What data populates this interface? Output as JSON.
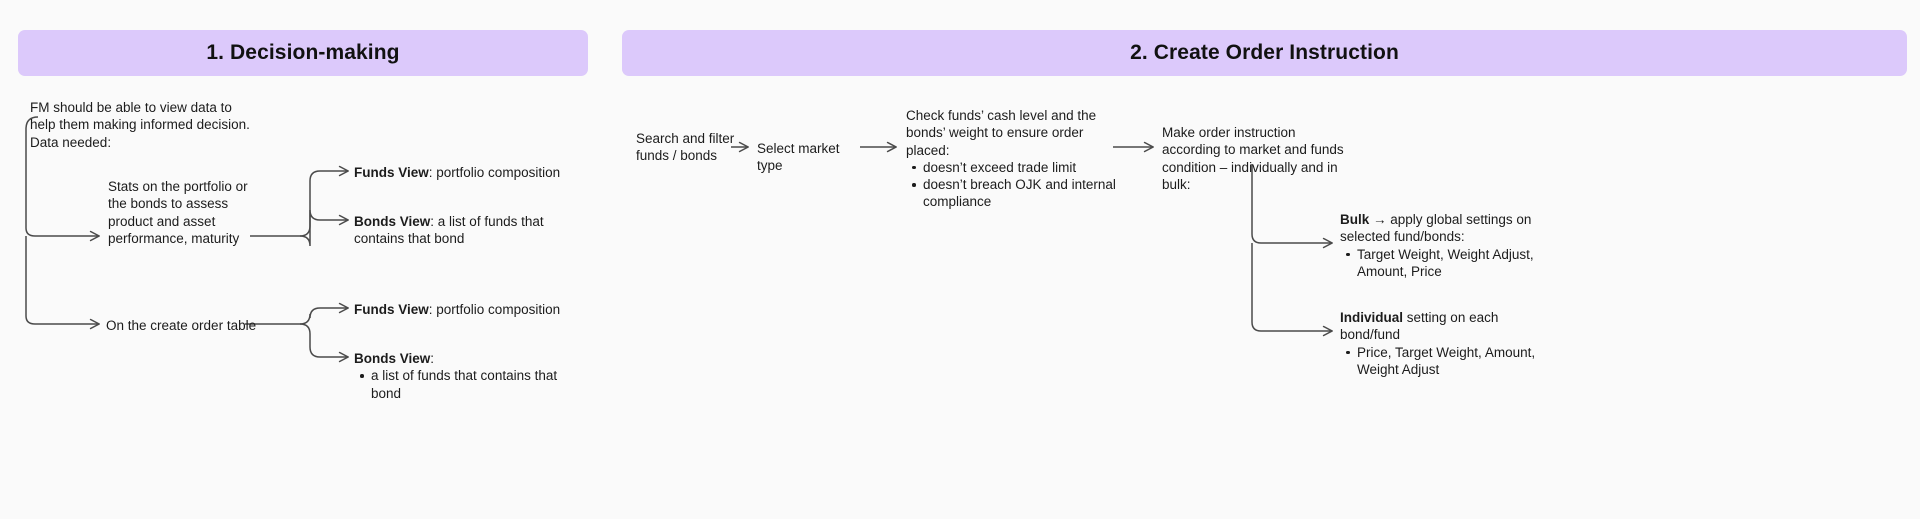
{
  "page": {
    "background": "#fafafa",
    "header_fill": "#dcc9fb",
    "line_color": "#4a4a4a",
    "text_color": "#1c1c1c"
  },
  "headers": {
    "left": "1.  Decision-making",
    "right": "2.  Create Order Instruction"
  },
  "left_panel": {
    "intro": {
      "line1": "FM should be able to view data to",
      "line2": "help them making informed decision.",
      "line3": "Data needed:"
    },
    "branch_a": {
      "source": "Stats on the portfolio or the bonds to assess product and asset performance, maturity",
      "outputs": [
        {
          "label": "Funds View",
          "sep": ": ",
          "text": "portfolio composition",
          "bullets": []
        },
        {
          "label": "Bonds View",
          "sep": ": ",
          "text": "a list of funds that contains that bond",
          "bullets": []
        }
      ]
    },
    "branch_b": {
      "source": "On the create order table",
      "outputs": [
        {
          "label": "Funds View",
          "sep": ": ",
          "text": "portfolio composition",
          "bullets": []
        },
        {
          "label": "Bonds View",
          "sep": ":",
          "text": "",
          "bullets": [
            "a list of funds that contains that bond"
          ]
        }
      ]
    }
  },
  "right_panel": {
    "step1": "Search and filter funds / bonds",
    "step2": "Select market type",
    "step3": {
      "intro": "Check funds’ cash level and the bonds’ weight to ensure order placed:",
      "bullets": [
        "doesn’t exceed trade limit",
        "doesn’t breach OJK and internal compliance"
      ]
    },
    "step4": {
      "intro": "Make order instruction according to market and funds condition – individually and in bulk:"
    },
    "outputs": [
      {
        "label": "Bulk",
        "sep": " → ",
        "text": "apply global settings on selected fund/bonds:",
        "bullets": [
          "Target Weight, Weight Adjust, Amount, Price"
        ]
      },
      {
        "label": "Individual",
        "sep": " ",
        "text": "setting on each bond/fund",
        "bullets": [
          "Price, Target Weight, Amount, Weight Adjust"
        ]
      }
    ]
  }
}
